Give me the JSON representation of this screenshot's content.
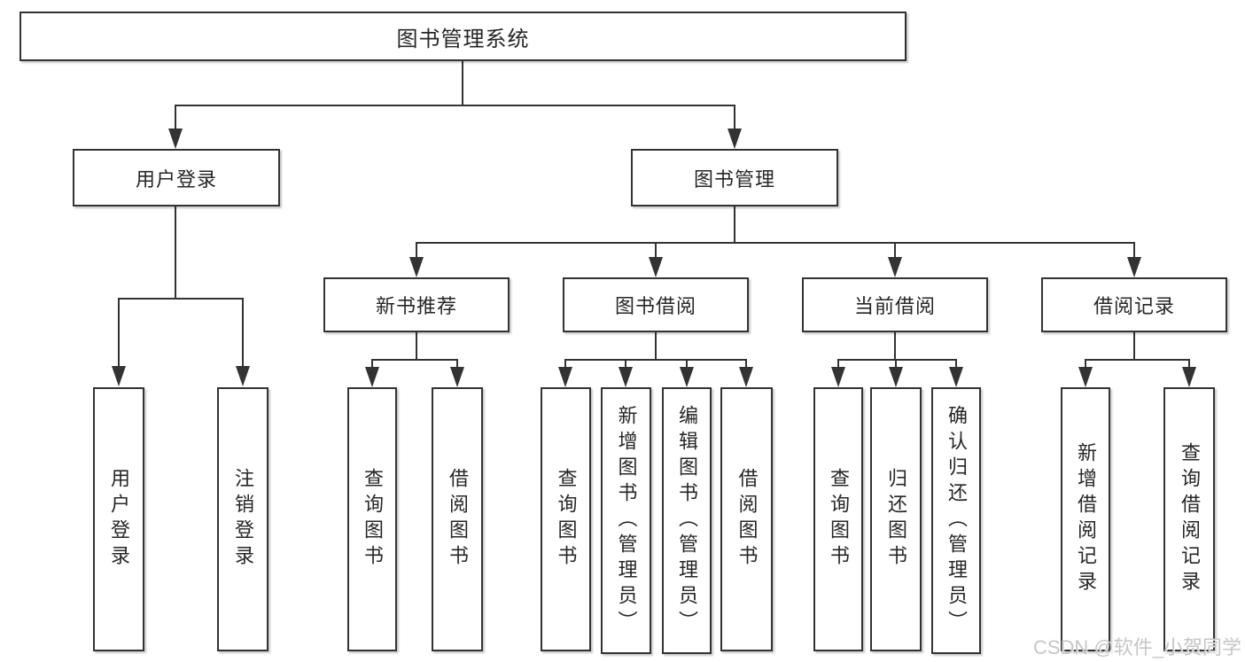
{
  "diagram": {
    "type": "hierarchy-tree",
    "root": {
      "label": "图书管理系统",
      "children": [
        {
          "label": "用户登录",
          "children": [
            {
              "label": "用户登录"
            },
            {
              "label": "注销登录"
            }
          ]
        },
        {
          "label": "图书管理",
          "children": [
            {
              "label": "新书推荐",
              "children": [
                {
                  "label": "查询图书"
                },
                {
                  "label": "借阅图书"
                }
              ]
            },
            {
              "label": "图书借阅",
              "children": [
                {
                  "label": "查询图书"
                },
                {
                  "label": "新增图书（管理员）"
                },
                {
                  "label": "编辑图书（管理员）"
                },
                {
                  "label": "借阅图书"
                }
              ]
            },
            {
              "label": "当前借阅",
              "children": [
                {
                  "label": "查询图书"
                },
                {
                  "label": "归还图书"
                },
                {
                  "label": "确认归还（管理员）"
                }
              ]
            },
            {
              "label": "借阅记录",
              "children": [
                {
                  "label": "新增借阅记录"
                },
                {
                  "label": "查询借阅记录"
                }
              ]
            }
          ]
        }
      ]
    }
  },
  "watermark": {
    "text": "CSDN @软件_小贺同学"
  },
  "colors": {
    "line": "#333333",
    "box_border": "#333333",
    "box_background": "#ffffff",
    "text": "#262626",
    "watermark": "#c6c6c6",
    "page_background": "#ffffff"
  }
}
